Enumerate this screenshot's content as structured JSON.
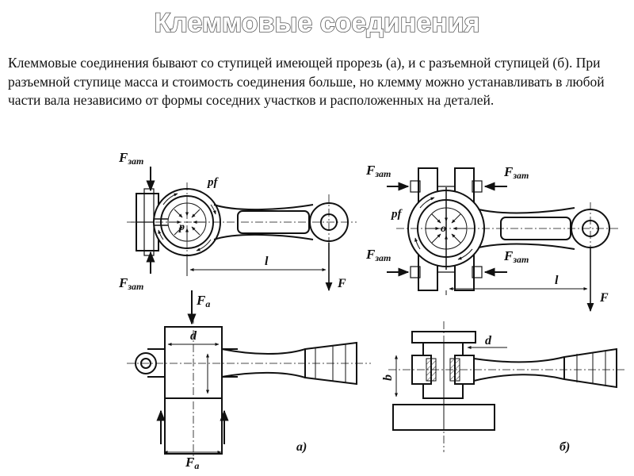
{
  "slide": {
    "title": "Клеммовые соединения",
    "title_fill": "#ffffff",
    "title_stroke": "#5a5a5a",
    "body_text": "Клеммовые соединения бывают со ступицей имеющей прорезь (а), и с разъемной ступицей (б). При разъемной ступице масса и стоимость соединения больше, но клемму можно устанавливать в любой части вала независимо от формы соседних участков и расположенных на деталей."
  },
  "figure": {
    "labels": {
      "f_main": "F",
      "f_zat_sub": "зат",
      "pf": "pf",
      "p": "p",
      "o": "o",
      "l": "l",
      "F": "F",
      "d": "d",
      "b": "b",
      "f_a_main": "F",
      "f_a_sub": "a",
      "caption_a": "а)",
      "caption_b": "б)"
    }
  }
}
